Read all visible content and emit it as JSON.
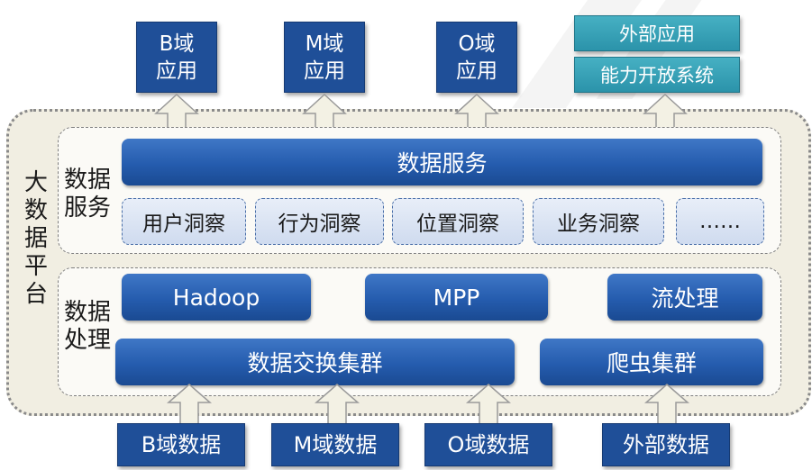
{
  "top_apps": [
    {
      "line1": "B域",
      "line2": "应用"
    },
    {
      "line1": "M域",
      "line2": "应用"
    },
    {
      "line1": "O域",
      "line2": "应用"
    }
  ],
  "external": {
    "apps": "外部应用",
    "open_system": "能力开放系统"
  },
  "platform_label": [
    "大",
    "数",
    "据",
    "平",
    "台"
  ],
  "data_service": {
    "label_line1": "数据",
    "label_line2": "服务",
    "bar": "数据服务",
    "insights": [
      "用户洞察",
      "行为洞察",
      "位置洞察",
      "业务洞察",
      "……"
    ]
  },
  "data_processing": {
    "label_line1": "数据",
    "label_line2": "处理",
    "hadoop": "Hadoop",
    "mpp": "MPP",
    "stream": "流处理",
    "exchange": "数据交换集群",
    "crawler": "爬虫集群"
  },
  "sources": [
    "B域数据",
    "M域数据",
    "O域数据",
    "外部数据"
  ],
  "colors": {
    "dark_blue": "#1f4f98",
    "teal": "#2f9bb1",
    "platform_bg": "#f1eee2",
    "arrow_fill": "#f3f1e4"
  }
}
